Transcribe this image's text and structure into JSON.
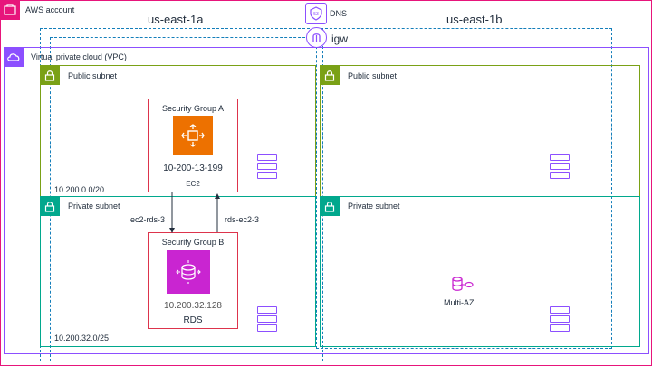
{
  "account": {
    "label": "AWS account"
  },
  "dns": {
    "label": "DNS"
  },
  "igw": {
    "label": "igw"
  },
  "az": {
    "a": "us-east-1a",
    "b": "us-east-1b"
  },
  "vpc": {
    "label": "Virtual private cloud (VPC)"
  },
  "subnets": {
    "public_a": "Public subnet",
    "public_b": "Public subnet",
    "private_a": "Private subnet",
    "private_b": "Private subnet",
    "cidr_public_a": "10.200.0.0/20",
    "cidr_private_a": "10.200.32.0/25"
  },
  "sg_a": {
    "title": "Security Group A",
    "ip": "10-200-13-199",
    "name": "EC2"
  },
  "sg_b": {
    "title": "Security Group B",
    "ip": "10.200.32.128",
    "name": "RDS"
  },
  "arrows": {
    "down": "ec2-rds-3",
    "up": "rds-ec2-3"
  },
  "multi_az": {
    "label": "Multi-AZ"
  },
  "colors": {
    "account": "#e7157b",
    "dns": "#8c4fff",
    "vpc": "#8c4fff",
    "public": "#7aa116",
    "private": "#01a88d",
    "az": "#147eba",
    "ec2": "#ed7100",
    "rds": "#c925d1",
    "sg": "#dd344c"
  },
  "icons": {
    "account": "cloud-flag-icon",
    "dns": "route53-shield-icon",
    "igw": "internet-gateway-icon",
    "vpc": "vpc-cloud-icon",
    "lock": "lock-icon",
    "ec2": "ec2-chip-icon",
    "rds": "rds-database-icon",
    "db": "database-icon",
    "ip": "ip-address-list-icon"
  }
}
